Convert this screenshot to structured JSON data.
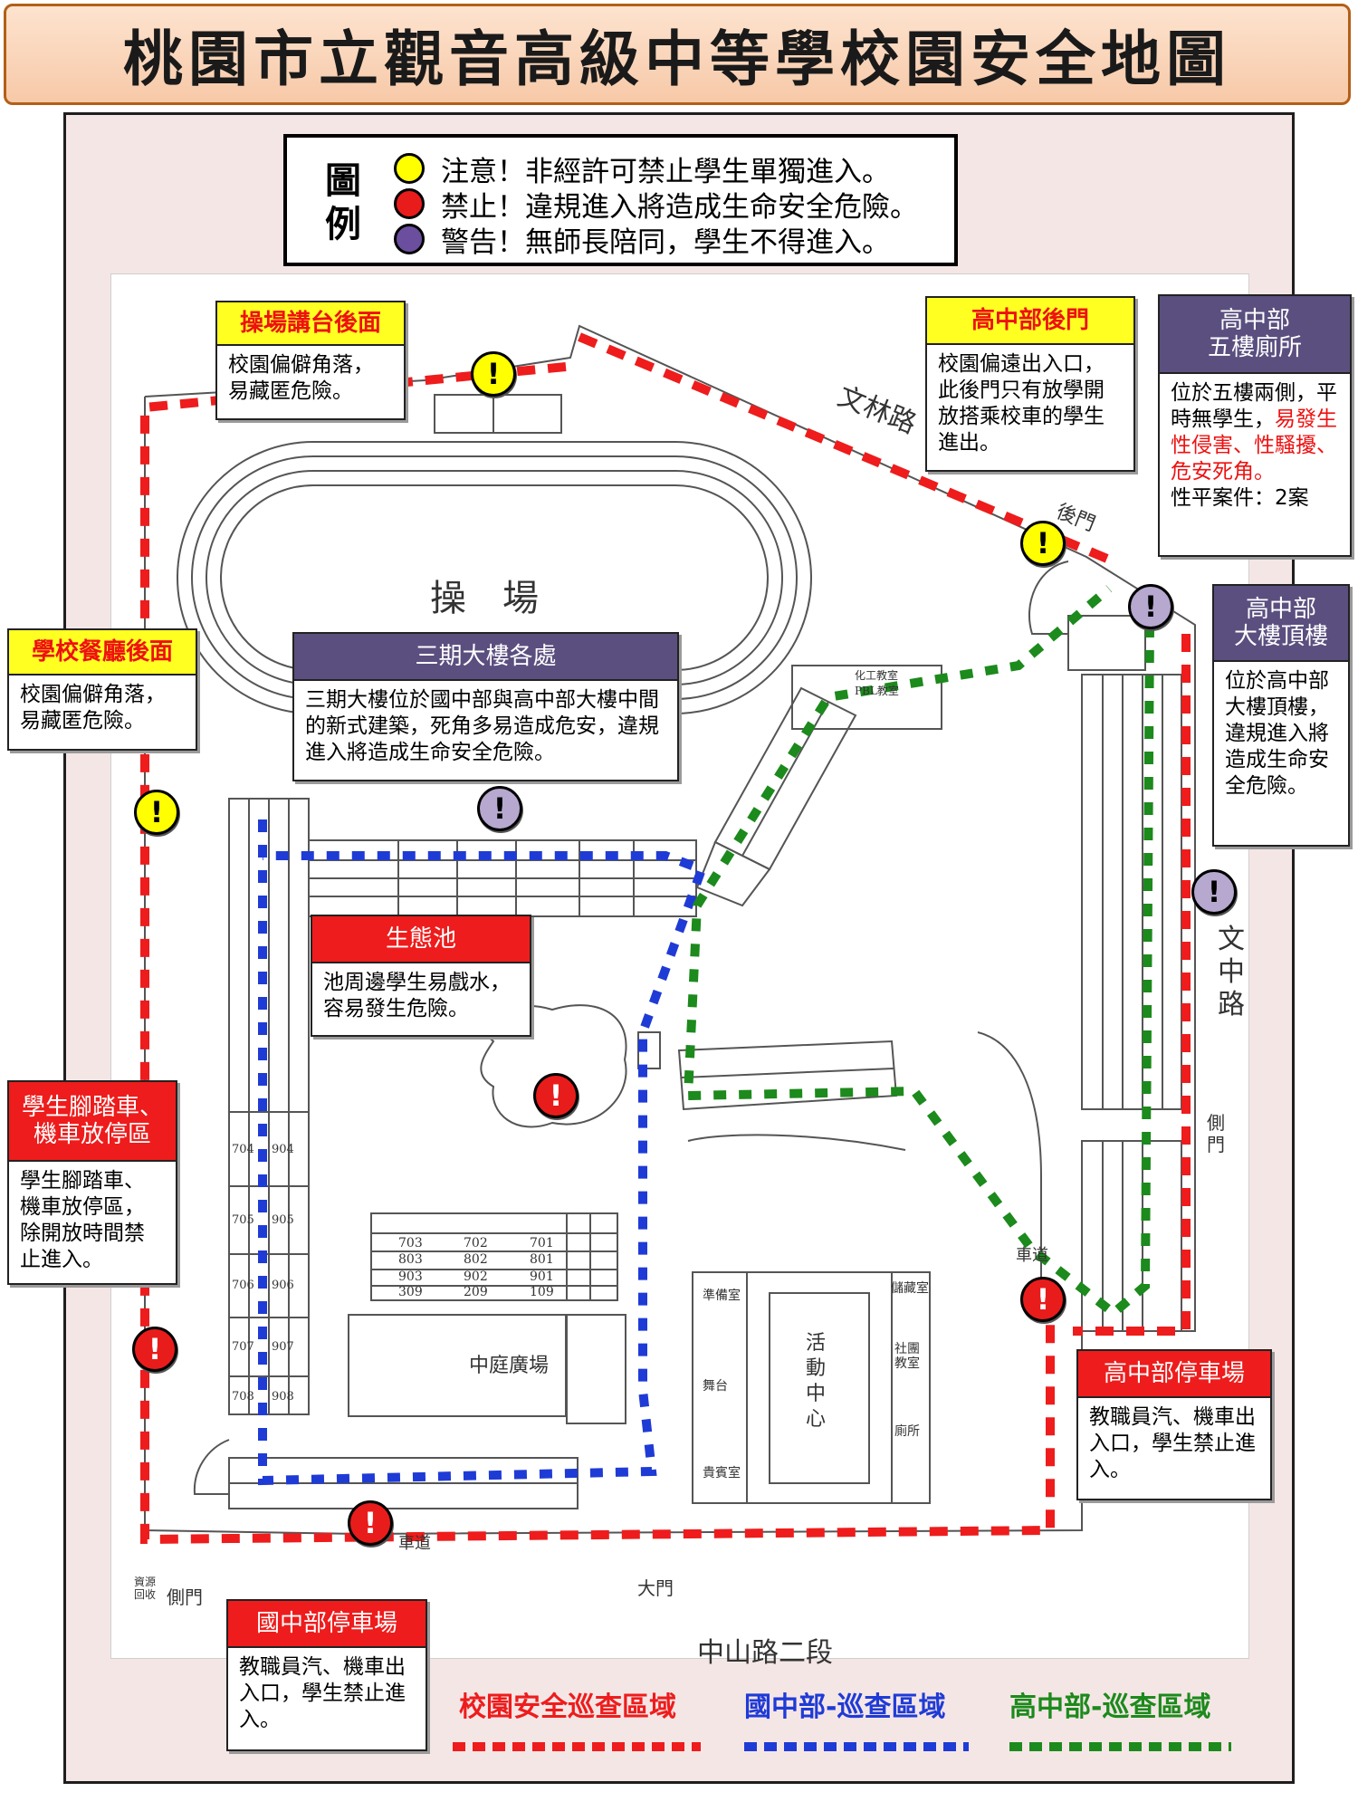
{
  "title": "桃園市立觀音高級中等學校園安全地圖",
  "legend": {
    "heading": "圖例",
    "items": [
      {
        "color": "#ffff00",
        "text": "注意！非經許可禁止學生單獨進入。"
      },
      {
        "color": "#e91c1c",
        "text": "禁止！違規進入將造成生命安全危險。"
      },
      {
        "color": "#6b4f9e",
        "text": "警告！無師長陪同，學生不得進入。"
      }
    ]
  },
  "callouts": {
    "playground_stage": {
      "title": "操場講台後面",
      "body": "校園偏僻角落，易藏匿危險。"
    },
    "hs_back_gate": {
      "title": "高中部後門",
      "body": "校園偏遠出入口，此後門只有放學開放搭乘校車的學生進出。"
    },
    "hs_5f_toilet": {
      "title": "高中部\n五樓廁所",
      "body_a": "位於五樓兩側，平時無學生，",
      "body_b": "易發生性侵害、性騷擾、危安死角。",
      "body_c": "性平案件：2案"
    },
    "cafeteria": {
      "title": "學校餐廳後面",
      "body": "校園偏僻角落，易藏匿危險。"
    },
    "phase3": {
      "title": "三期大樓各處",
      "body": "三期大樓位於國中部與高中部大樓中間的新式建築，死角多易造成危安，違規進入將造成生命安全危險。"
    },
    "hs_roof": {
      "title": "高中部\n大樓頂樓",
      "body": "位於高中部大樓頂樓，違規進入將造成生命安全危險。"
    },
    "pond": {
      "title": "生態池",
      "body": "池周邊學生易戲水，容易發生危險。"
    },
    "bike_parking": {
      "title": "學生腳踏車、\n機車放停區",
      "body": "學生腳踏車、機車放停區，除開放時間禁止進入。"
    },
    "hs_parking": {
      "title": "高中部停車場",
      "body": "教職員汽、機車出入口，學生禁止進入。"
    },
    "jh_parking": {
      "title": "國中部停車場",
      "body": "教職員汽、機車出入口，學生禁止進入。"
    }
  },
  "map_labels": {
    "playground": "操　場",
    "wenlin_road": "文林路",
    "wenzhong_road": "文中路",
    "zhongshan_road": "中山路二段",
    "back_gate": "後門",
    "side_gate_east": "側門",
    "side_gate_west": "側門",
    "main_gate": "大門",
    "courtyard": "中庭廣場",
    "activity_center": "活動中心",
    "driveway_1": "車道",
    "driveway_2": "車道",
    "recycle": "資源回收",
    "stage": "舞台",
    "prep_room": "準備室",
    "storage": "儲藏室",
    "club_room": "社團教室",
    "restroom": "廁所",
    "vip_room": "貴賓室",
    "pbl": "PBL教室",
    "eco_sci": "化工教室",
    "room_703": "703",
    "room_702": "702",
    "room_701": "701",
    "room_803": "803",
    "room_802": "802",
    "room_801": "801",
    "room_903": "903",
    "room_902": "902",
    "room_901": "901",
    "room_309": "309",
    "room_209": "209",
    "room_109": "109",
    "room_704": "704",
    "room_705": "705",
    "room_706": "706",
    "room_707": "707",
    "room_708": "708",
    "room_904": "904",
    "room_905": "905",
    "room_906": "906",
    "room_907": "907",
    "room_908": "908"
  },
  "patrol_legend": [
    {
      "text": "校園安全巡查區域",
      "color": "#ee1c1c"
    },
    {
      "text": "國中部-巡查區域",
      "color": "#1f3bd6"
    },
    {
      "text": "高中部-巡查區域",
      "color": "#1c8a1c"
    }
  ],
  "markers": [
    {
      "type": "yellow",
      "symbol": "!"
    },
    {
      "type": "yellow",
      "symbol": "!"
    },
    {
      "type": "yellow",
      "symbol": "!"
    },
    {
      "type": "red",
      "symbol": "!"
    },
    {
      "type": "red",
      "symbol": "!"
    },
    {
      "type": "red",
      "symbol": "!"
    },
    {
      "type": "red",
      "symbol": "!"
    },
    {
      "type": "purple",
      "symbol": "!"
    },
    {
      "type": "purple",
      "symbol": "!"
    },
    {
      "type": "purple",
      "symbol": "!"
    }
  ]
}
